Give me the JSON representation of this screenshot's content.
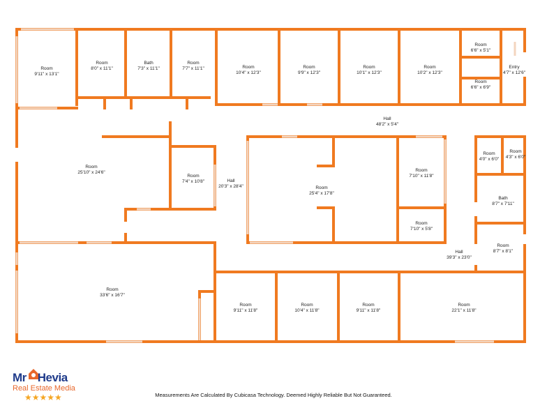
{
  "wall_color": "#f07a20",
  "window_color": "#f3d5bf",
  "rooms": [
    {
      "id": "room-1",
      "name": "Room",
      "dims": "9'11\" x 13'1\""
    },
    {
      "id": "room-2",
      "name": "Room",
      "dims": "8'0\" x 11'1\""
    },
    {
      "id": "bath-1",
      "name": "Bath",
      "dims": "7'3\" x 11'1\""
    },
    {
      "id": "room-3",
      "name": "Room",
      "dims": "7'7\" x 11'1\""
    },
    {
      "id": "room-4",
      "name": "Room",
      "dims": "10'4\" x 12'3\""
    },
    {
      "id": "room-5",
      "name": "Room",
      "dims": "9'9\" x 12'3\""
    },
    {
      "id": "room-6",
      "name": "Room",
      "dims": "10'1\" x 12'3\""
    },
    {
      "id": "room-7",
      "name": "Room",
      "dims": "10'2\" x 12'3\""
    },
    {
      "id": "room-8",
      "name": "Room",
      "dims": "6'6\" x 5'1\""
    },
    {
      "id": "room-9",
      "name": "Room",
      "dims": "6'6\" x 6'9\""
    },
    {
      "id": "entry",
      "name": "Entry",
      "dims": "4'7\" x 12'6\""
    },
    {
      "id": "hall-top",
      "name": "Hall",
      "dims": "48'2\" x 5'4\""
    },
    {
      "id": "room-10",
      "name": "Room",
      "dims": "25'10\" x 24'6\""
    },
    {
      "id": "room-11",
      "name": "Room",
      "dims": "7'4\" x 10'8\""
    },
    {
      "id": "hall-left",
      "name": "Hall",
      "dims": "20'3\" x 28'4\""
    },
    {
      "id": "room-12",
      "name": "Room",
      "dims": "25'4\" x 17'8\""
    },
    {
      "id": "room-13",
      "name": "Room",
      "dims": "7'10\" x 11'8\""
    },
    {
      "id": "room-14",
      "name": "Room",
      "dims": "7'10\" x 5'8\""
    },
    {
      "id": "room-15",
      "name": "Room",
      "dims": "4'0\" x 6'0\""
    },
    {
      "id": "room-16",
      "name": "Room",
      "dims": "4'3\" x 6'0\""
    },
    {
      "id": "bath-2",
      "name": "Bath",
      "dims": "8'7\" x 7'11\""
    },
    {
      "id": "room-17",
      "name": "Room",
      "dims": "8'7\" x 8'1\""
    },
    {
      "id": "hall-right",
      "name": "Hall",
      "dims": "39'3\" x 23'0\""
    },
    {
      "id": "room-18",
      "name": "Room",
      "dims": "33'6\" x 16'7\""
    },
    {
      "id": "room-19",
      "name": "Room",
      "dims": "9'11\" x 11'8\""
    },
    {
      "id": "room-20",
      "name": "Room",
      "dims": "10'4\" x 11'8\""
    },
    {
      "id": "room-21",
      "name": "Room",
      "dims": "9'11\" x 11'8\""
    },
    {
      "id": "room-22",
      "name": "Room",
      "dims": "22'1\" x 11'8\""
    }
  ],
  "logo": {
    "name_part1": "Mr",
    "name_part2": "Hevia",
    "subtitle": "Real Estate Media",
    "stars": "★★★★★",
    "primary_color": "#1e3a8a",
    "accent_color": "#e8672b",
    "star_color": "#f5a623"
  },
  "disclaimer": "Measurements Are Calculated By Cubicasa Technology. Deemed Highly Reliable But Not Guaranteed."
}
